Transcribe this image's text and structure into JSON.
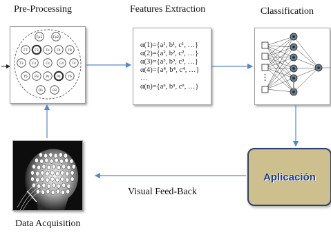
{
  "titles": {
    "preprocessing": "Pre-Processing",
    "features": "Features Extraction",
    "classification": "Classification",
    "acquisition": "Data Acquisition",
    "feedback": "Visual Feed-Back",
    "application": "Aplicación"
  },
  "electrodes": [
    "Fp1",
    "Fp2",
    "F7",
    "F3",
    "Fz",
    "F4",
    "F8",
    "T3",
    "C3",
    "Cz",
    "C4",
    "T4",
    "T5",
    "P3",
    "Pz",
    "P4",
    "T6",
    "O1",
    "O2"
  ],
  "formulas": [
    "α(1)={a¹, b¹, c¹, …}",
    "α(2)={a², b², c², …}",
    "α(3)={a³, b³, c³, …}",
    "α(4)={a⁴, b⁴, c⁴, …}",
    "…",
    "α(n)={aⁿ, bⁿ, cⁿ, …}"
  ],
  "colors": {
    "arrow": "#5b86c4",
    "app_fill": "#cdbf8e",
    "app_border": "#2c3f71",
    "app_text": "#1d3f86"
  }
}
